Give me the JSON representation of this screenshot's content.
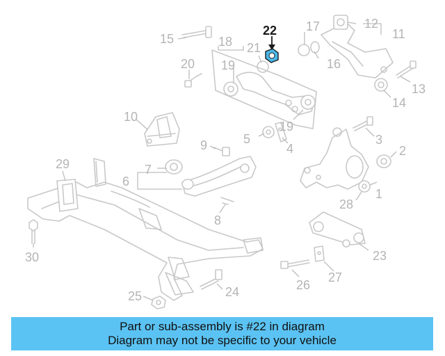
{
  "diagram": {
    "callouts": [
      {
        "id": "1",
        "label": "1"
      },
      {
        "id": "2",
        "label": "2"
      },
      {
        "id": "3",
        "label": "3"
      },
      {
        "id": "4",
        "label": "4"
      },
      {
        "id": "5",
        "label": "5"
      },
      {
        "id": "6",
        "label": "6"
      },
      {
        "id": "7",
        "label": "7"
      },
      {
        "id": "8",
        "label": "8"
      },
      {
        "id": "9",
        "label": "9"
      },
      {
        "id": "10",
        "label": "10"
      },
      {
        "id": "11",
        "label": "11"
      },
      {
        "id": "12",
        "label": "12"
      },
      {
        "id": "13",
        "label": "13"
      },
      {
        "id": "14",
        "label": "14"
      },
      {
        "id": "15",
        "label": "15"
      },
      {
        "id": "16",
        "label": "16"
      },
      {
        "id": "17",
        "label": "17"
      },
      {
        "id": "18",
        "label": "18"
      },
      {
        "id": "19a",
        "label": "19"
      },
      {
        "id": "19b",
        "label": "19"
      },
      {
        "id": "20",
        "label": "20"
      },
      {
        "id": "21",
        "label": "21"
      },
      {
        "id": "22",
        "label": "22",
        "highlighted": true
      },
      {
        "id": "23",
        "label": "23"
      },
      {
        "id": "24",
        "label": "24"
      },
      {
        "id": "25",
        "label": "25"
      },
      {
        "id": "26",
        "label": "26"
      },
      {
        "id": "27",
        "label": "27"
      },
      {
        "id": "28",
        "label": "28"
      },
      {
        "id": "29",
        "label": "29"
      },
      {
        "id": "30",
        "label": "30"
      }
    ],
    "highlight_color": "#4ab8e8",
    "part_color": "#c8c8c8",
    "label_color": "#b4b4b4"
  },
  "banner": {
    "line1": "Part or sub-assembly is #22 in diagram",
    "line2": "Diagram may not be specific to your vehicle",
    "background": "#5bc3f3"
  }
}
